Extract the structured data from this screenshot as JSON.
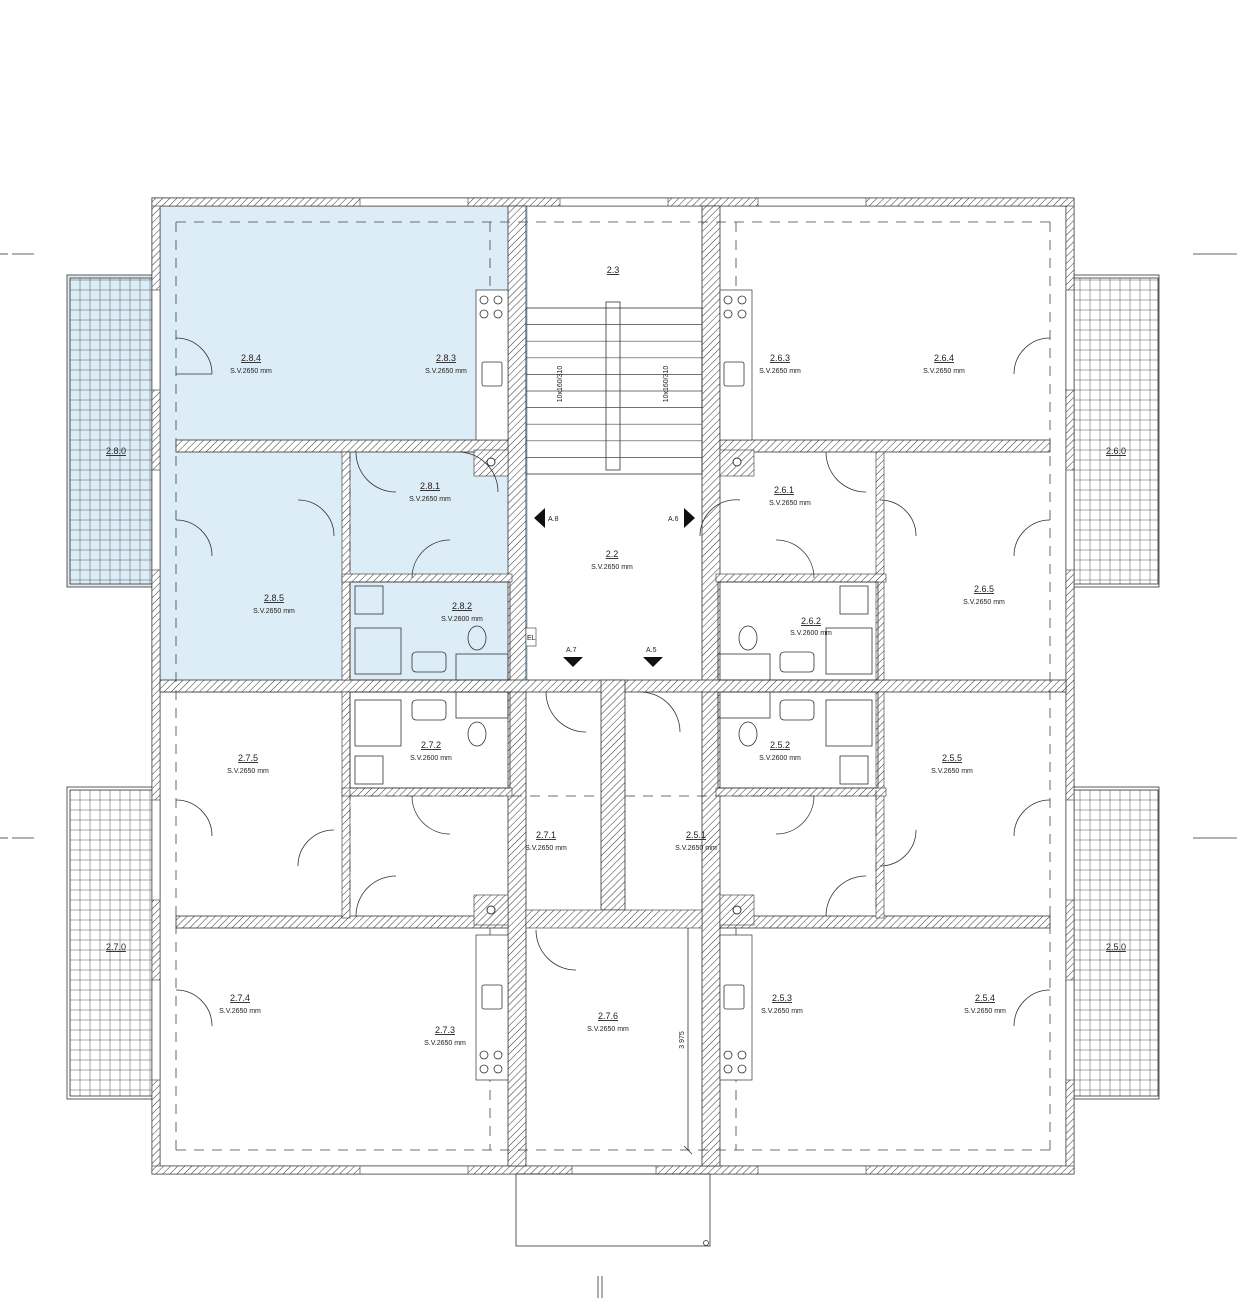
{
  "plan": {
    "selection_color": "#dcedf7",
    "rooms": {
      "r284": {
        "id": "2.8.4",
        "area": "S.V.2650 mm"
      },
      "r283": {
        "id": "2.8.3",
        "area": "S.V.2650 mm"
      },
      "r281": {
        "id": "2.8.1",
        "area": "S.V.2650 mm"
      },
      "r282": {
        "id": "2.8.2",
        "area": "S.V.2600 mm"
      },
      "r285": {
        "id": "2.8.5",
        "area": "S.V.2650 mm"
      },
      "r280": {
        "id": "2.8.0"
      },
      "r23": {
        "id": "2.3"
      },
      "r22": {
        "id": "2.2",
        "area": "S.V.2650 mm"
      },
      "r263": {
        "id": "2.6.3",
        "area": "S.V.2650 mm"
      },
      "r264": {
        "id": "2.6.4",
        "area": "S.V.2650 mm"
      },
      "r261": {
        "id": "2.6.1",
        "area": "S.V.2650 mm"
      },
      "r262": {
        "id": "2.6.2",
        "area": "S.V.2600 mm"
      },
      "r265": {
        "id": "2.6.5",
        "area": "S.V.2650 mm"
      },
      "r260": {
        "id": "2.6.0"
      },
      "r275": {
        "id": "2.7.5",
        "area": "S.V.2650 mm"
      },
      "r272": {
        "id": "2.7.2",
        "area": "S.V.2600 mm"
      },
      "r271": {
        "id": "2.7.1",
        "area": "S.V.2650 mm"
      },
      "r274": {
        "id": "2.7.4",
        "area": "S.V.2650 mm"
      },
      "r273": {
        "id": "2.7.3",
        "area": "S.V.2650 mm"
      },
      "r276": {
        "id": "2.7.6",
        "area": "S.V.2650 mm"
      },
      "r270": {
        "id": "2.7.0"
      },
      "r251": {
        "id": "2.5.1",
        "area": "S.V.2650 mm"
      },
      "r252": {
        "id": "2.5.2",
        "area": "S.V.2600 mm"
      },
      "r255": {
        "id": "2.5.5",
        "area": "S.V.2650 mm"
      },
      "r253": {
        "id": "2.5.3",
        "area": "S.V.2650 mm"
      },
      "r254": {
        "id": "2.5.4",
        "area": "S.V.2650 mm"
      },
      "r250": {
        "id": "2.5.0"
      }
    },
    "stairs": {
      "left": "10x160/310",
      "right": "10x160/310"
    },
    "markers": {
      "a8": "A.8",
      "a6": "A.6",
      "a7": "A.7",
      "a5": "A.5"
    },
    "el_label": "EL",
    "dimension": "3 975"
  }
}
